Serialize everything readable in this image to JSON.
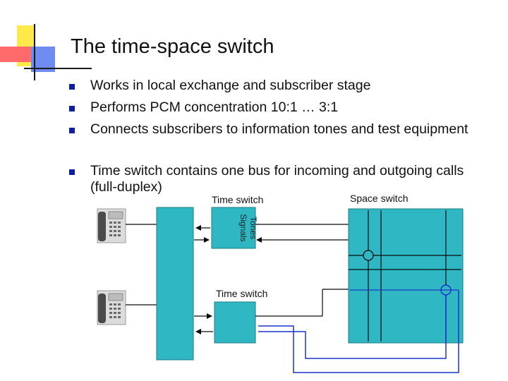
{
  "slide": {
    "title": "The time-space switch",
    "bullets": [
      "Works in local exchange and subscriber stage",
      "Performs PCM concentration 10:1 … 3:1",
      "Connects subscribers to information tones and test equipment",
      "Time switch contains one bus for incoming and outgoing calls (full-duplex)"
    ]
  },
  "diagram": {
    "time_switch_top_label": "Time switch",
    "time_switch_bottom_label": "Time switch",
    "space_switch_label": "Space switch",
    "tone_labels": [
      "Signals",
      "Tones"
    ],
    "colors": {
      "block_fill": "#2fb8c4",
      "wire": "#0a0a0a",
      "return_wire": "#1c35c8",
      "bullet": "#0f1f9c"
    }
  }
}
